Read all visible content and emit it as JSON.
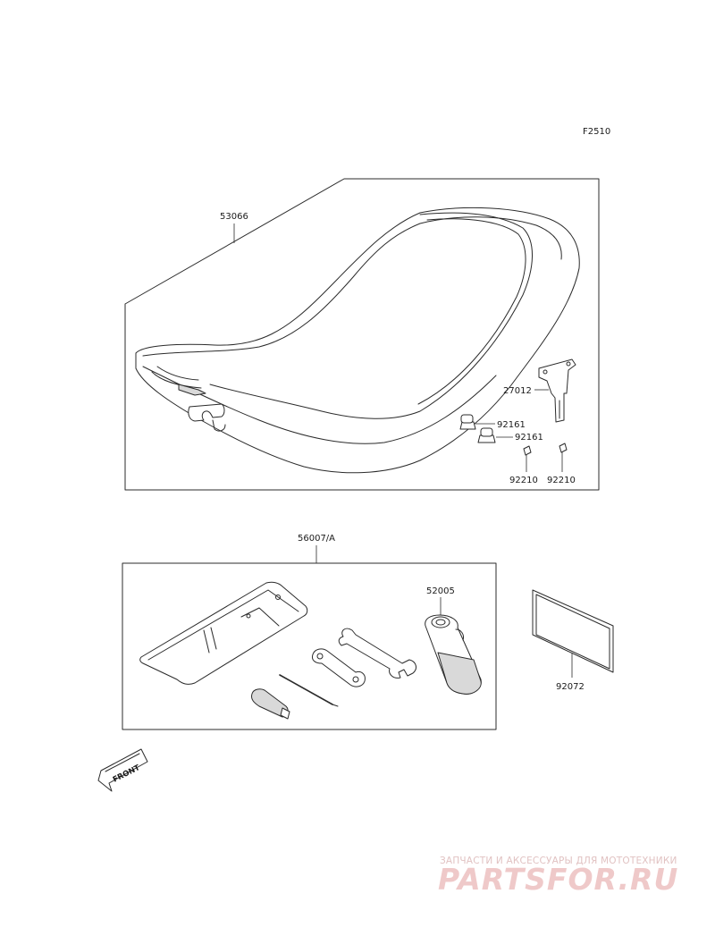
{
  "figure_code": "F2510",
  "parts": {
    "seat": "53066",
    "bracket": "27012",
    "damper_a": "92161",
    "damper_b": "92161",
    "clip_a": "92210",
    "clip_b": "92210",
    "tool_kit": "56007/A",
    "tool_case": "52005",
    "manual_case": "92072"
  },
  "front_marker": "FRONT",
  "watermark": {
    "subtitle": "ЗАПЧАСТИ И АКСЕССУАРЫ ДЛЯ МОТОТЕХНИКИ",
    "brand": "PARTSFOR.RU"
  }
}
